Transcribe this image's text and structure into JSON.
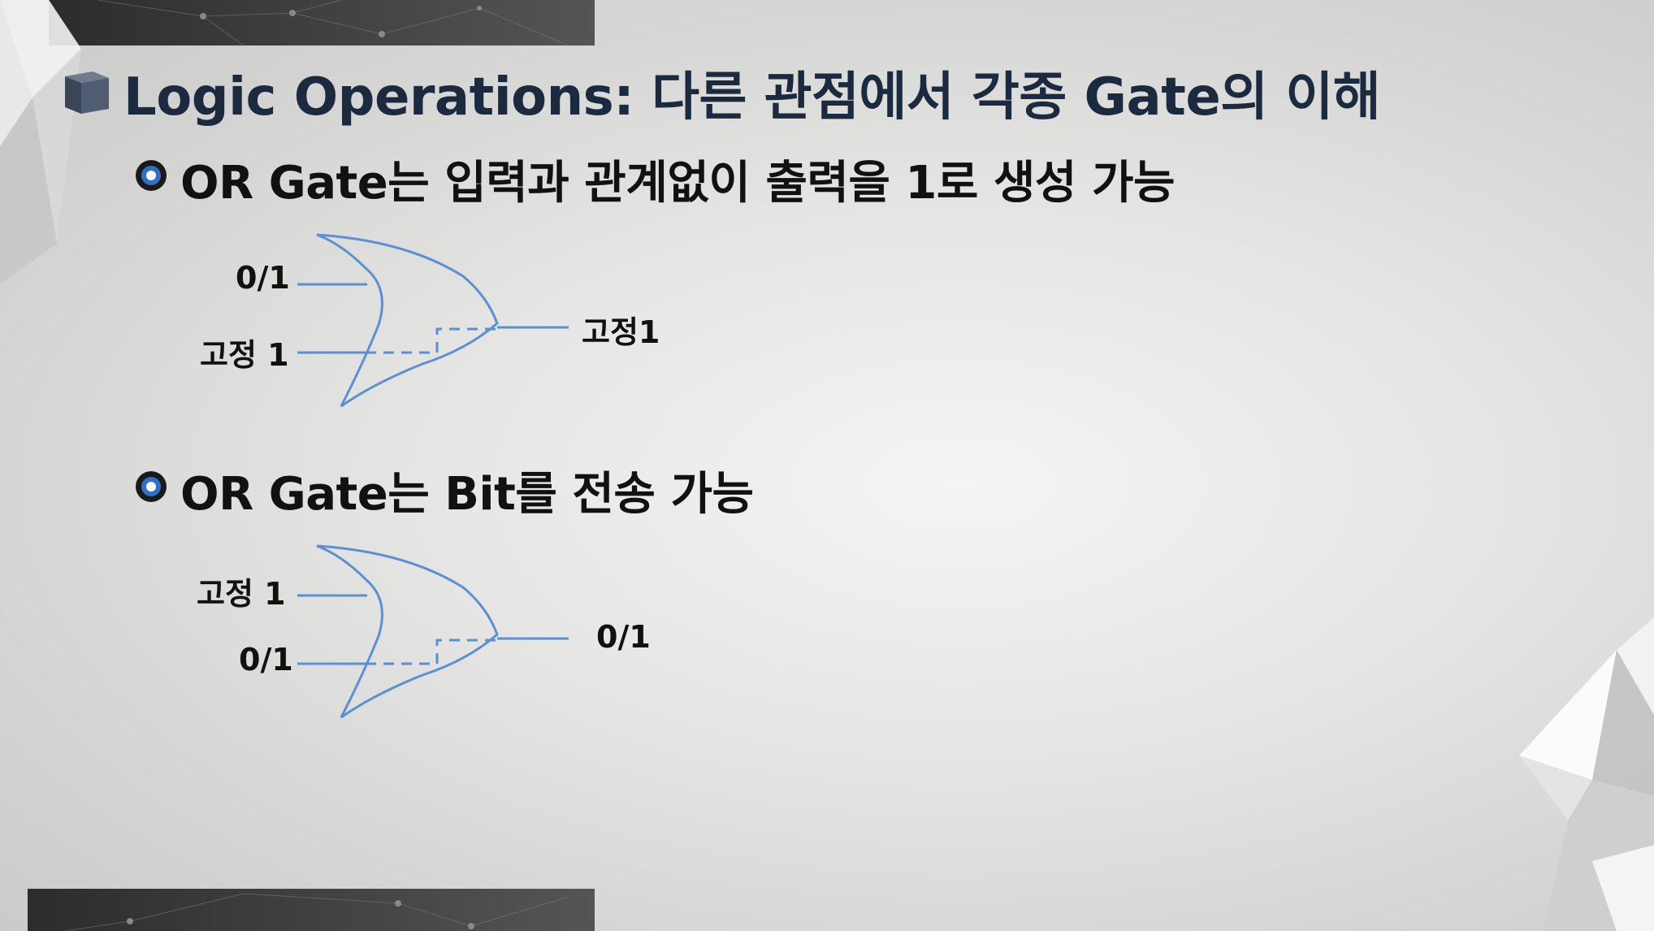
{
  "title": "Logic Operations: 다른 관점에서 각종 Gate의 이해",
  "bullets": [
    "OR Gate는 입력과 관계없이 출력을 1로 생성 가능",
    "OR Gate는 Bit를 전송 가능"
  ],
  "diagram1": {
    "input_top": "0/1",
    "input_bottom": "고정 1",
    "output": "고정1"
  },
  "diagram2": {
    "input_top": "고정 1",
    "input_bottom": "0/1",
    "output": "0/1"
  },
  "colors": {
    "title": "#1b2a3f",
    "gate_line": "#5b8fd6",
    "band_dark": "#3d3d3d",
    "bullet_blue": "#2f6fc4"
  },
  "icons": [
    "cube-bullet-icon",
    "ring-bullet-icon"
  ]
}
